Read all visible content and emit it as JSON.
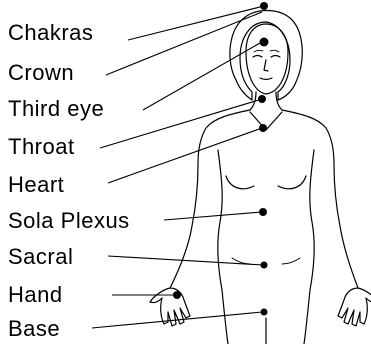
{
  "diagram": {
    "title": "Chakras",
    "chakras": [
      {
        "id": "crown",
        "label": "Crown"
      },
      {
        "id": "third-eye",
        "label": "Third eye"
      },
      {
        "id": "throat",
        "label": "Throat"
      },
      {
        "id": "heart",
        "label": "Heart"
      },
      {
        "id": "solar-plexus",
        "label": "Sola Plexus"
      },
      {
        "id": "sacral",
        "label": "Sacral"
      },
      {
        "id": "hand",
        "label": "Hand"
      },
      {
        "id": "base",
        "label": "Base"
      }
    ],
    "colors": {
      "line": "#000000",
      "dot": "#000000",
      "background": "#ffffff"
    }
  }
}
